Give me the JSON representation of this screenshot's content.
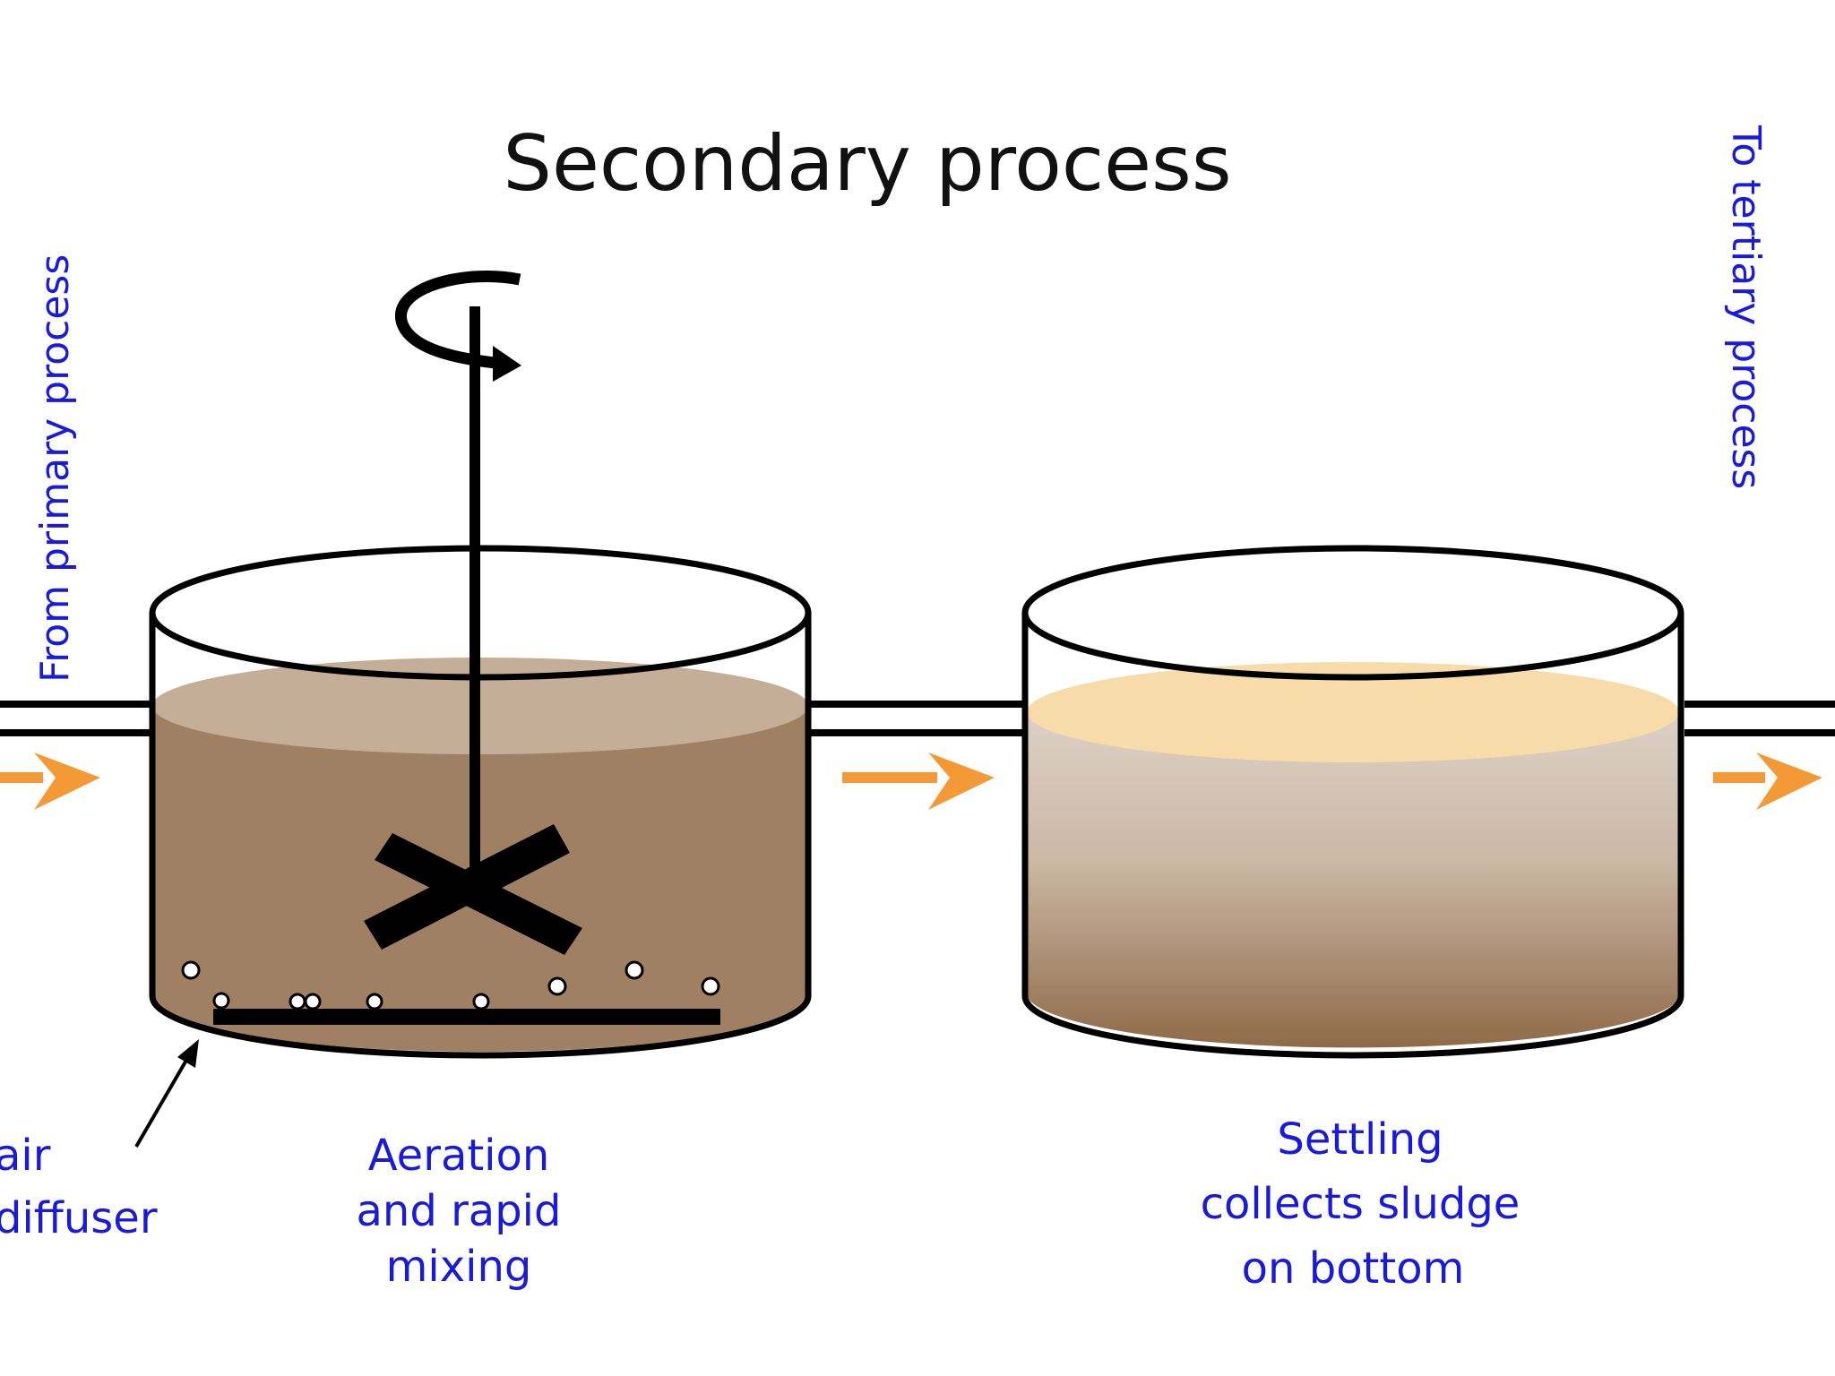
{
  "title": "Secondary process",
  "inlet_label": "From primary process",
  "outlet_label": "To tertiary process",
  "diffuser_label": {
    "line1": "air",
    "line2": "diffuser"
  },
  "aeration_label": {
    "line1": "Aeration",
    "line2": "and rapid",
    "line3": "mixing"
  },
  "settling_label": {
    "line1": "Settling",
    "line2": "collects sludge",
    "line3": "on bottom"
  },
  "colors": {
    "label_blue": "#1a1adb",
    "flow_arrow": "#f39a36",
    "aeration_liquid": "#a08063",
    "aeration_surface": "#c4ae97",
    "settling_top": "#f7dba8",
    "settling_upper": "#dcd2c8",
    "settling_bottom": "#8f6a48",
    "outline": "#000000"
  }
}
